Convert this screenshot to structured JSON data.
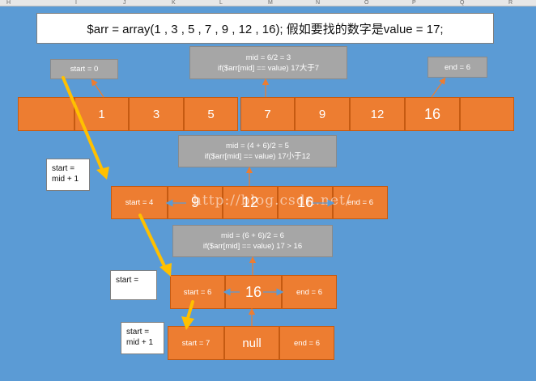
{
  "column_headers": [
    "H",
    "I",
    "J",
    "K",
    "L",
    "M",
    "N",
    "O",
    "P",
    "Q",
    "R"
  ],
  "title": "$arr   =   array(1 , 3 , 5 , 7 , 9 , 12 , 16);  假如要找的数字是value = 17;",
  "step1": {
    "start_label": "start = 0",
    "end_label": "end = 6",
    "mid_line1": "mid = 6/2 = 3",
    "mid_line2": "if($arr[mid] == value)  17大于7",
    "cells": [
      "",
      "1",
      "3",
      "5",
      "7",
      "9",
      "12",
      "16",
      ""
    ]
  },
  "step2": {
    "note_line1": "start =",
    "note_line2": "mid + 1",
    "mid_line1": "mid = (4 + 6)/2 = 5",
    "mid_line2": "if($arr[mid] == value) 17小于12",
    "start_cell": "start = 4",
    "cells": [
      "9",
      "12",
      "16"
    ],
    "end_cell": "end = 6"
  },
  "watermark": "http://blog.csdn.net/",
  "step3": {
    "note_line1": "start =",
    "mid_line1": "mid = (6 + 6)/2 = 6",
    "mid_line2": "if($arr[mid] == value) 17 > 16",
    "start_cell": "start = 6",
    "cell": "16",
    "end_cell": "end = 6"
  },
  "step4": {
    "note_line1": "start =",
    "note_line2": "mid + 1",
    "start_cell": "start = 7",
    "cell": "null",
    "end_cell": "end = 6"
  },
  "colors": {
    "background": "#5b9bd5",
    "cell": "#ed7d31",
    "note": "#a6a6a6",
    "arrow": "#ffc000"
  }
}
